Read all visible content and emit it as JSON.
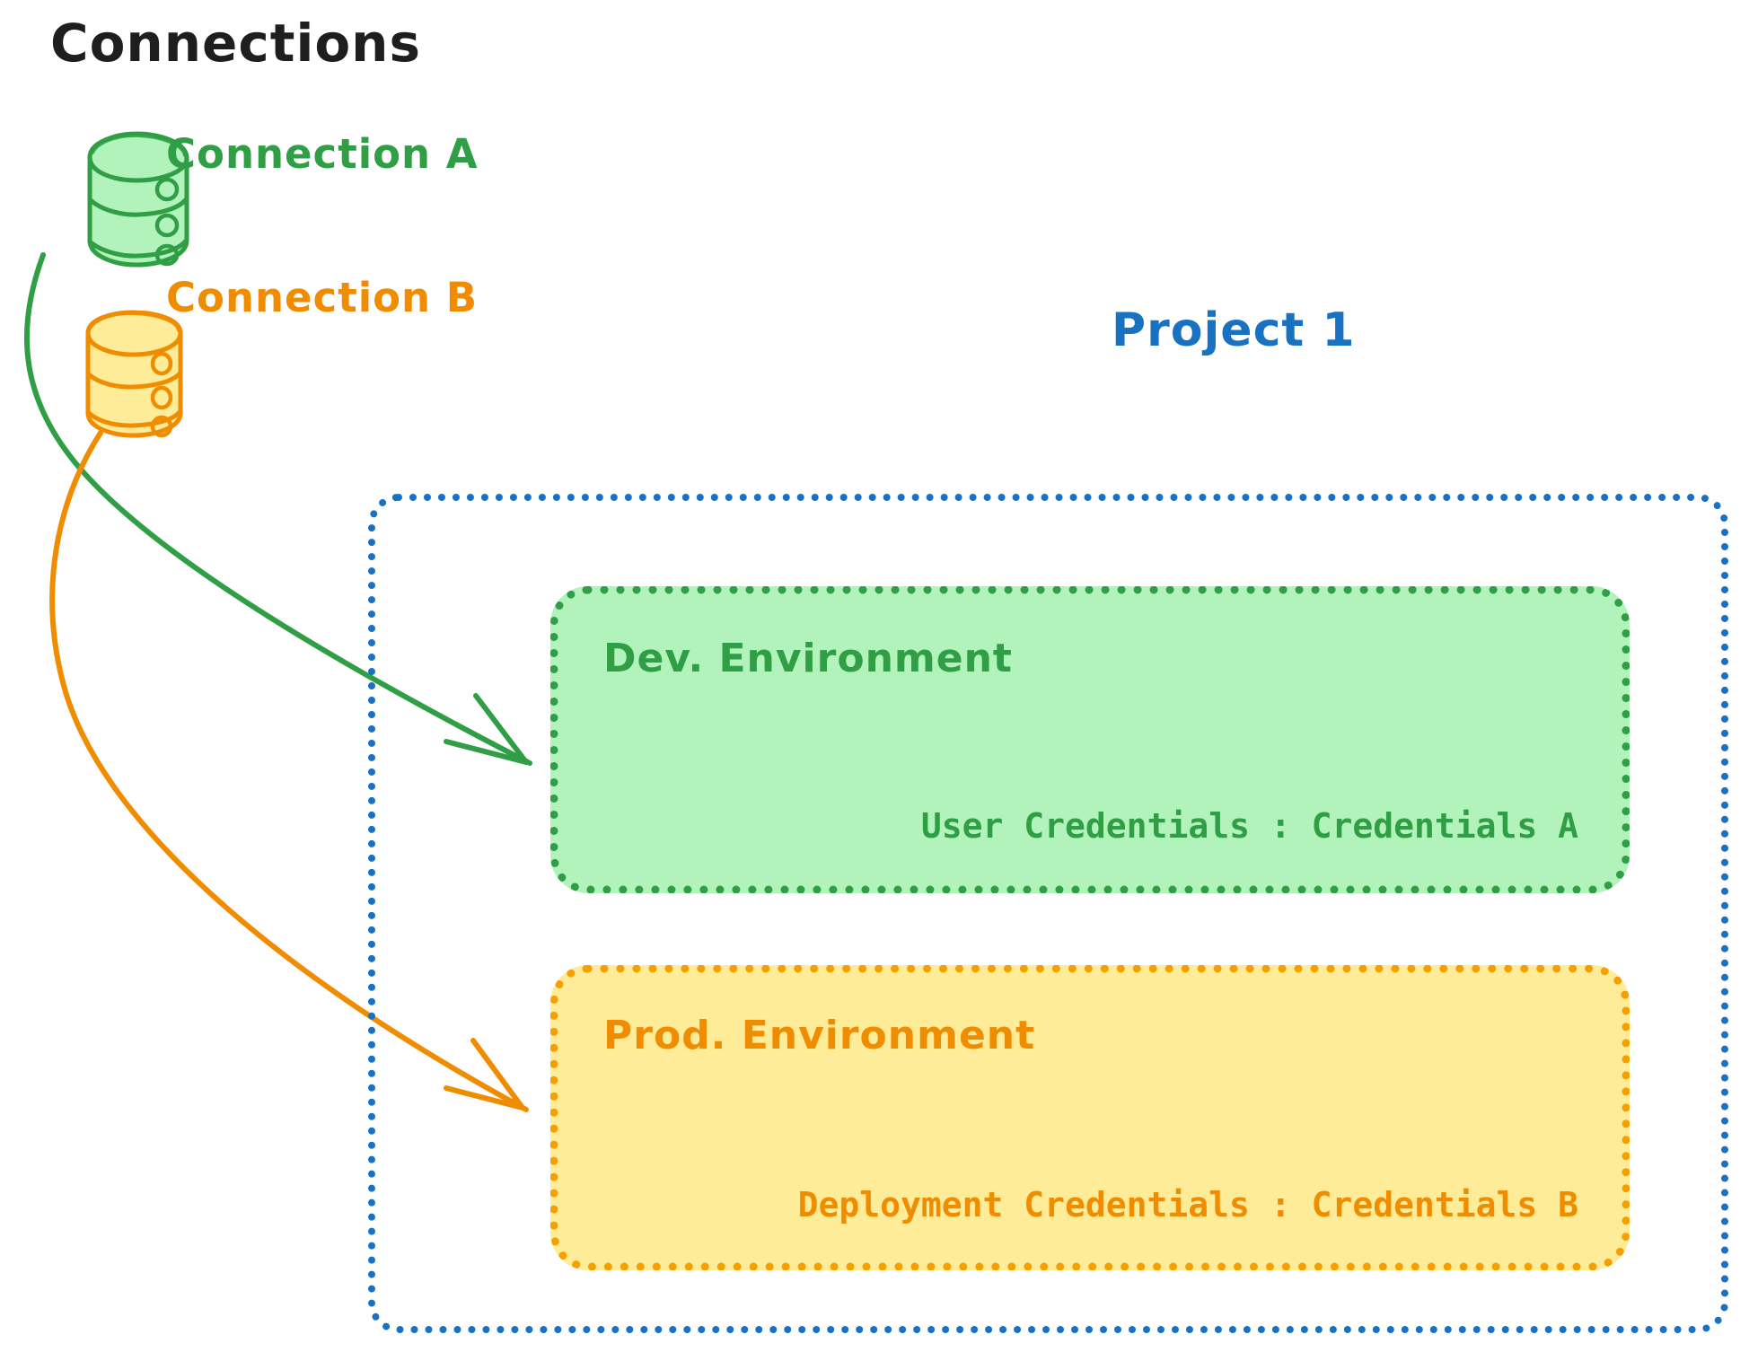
{
  "diagram": {
    "title": "Connections",
    "type": "architecture-diagram"
  },
  "connections": {
    "heading": "Connections",
    "items": [
      {
        "label": "Connection A",
        "icon": "database-cylinder-icon",
        "color": "#2f9e44",
        "fill": "#b2f2bb",
        "targets_environment": "Dev. Environment"
      },
      {
        "label": "Connection B",
        "icon": "database-cylinder-icon",
        "color": "#f08c00",
        "fill": "#ffec99",
        "targets_environment": "Prod. Environment"
      }
    ]
  },
  "project": {
    "label": "Project 1",
    "border_color": "#1971c2",
    "environments": [
      {
        "name": "dev",
        "title": "Dev. Environment",
        "credentials_label": "User Credentials",
        "credentials_separator": ":",
        "credentials_value": "Credentials A",
        "credentials_line": "User Credentials : Credentials A",
        "accent_color": "#2f9e44",
        "fill_color": "#b2f2bb"
      },
      {
        "name": "prod",
        "title": "Prod. Environment",
        "credentials_label": "Deployment Credentials",
        "credentials_separator": ":",
        "credentials_value": "Credentials B",
        "credentials_line": "Deployment Credentials : Credentials B",
        "accent_color": "#f08c00",
        "fill_color": "#ffec99"
      }
    ]
  },
  "arrows": [
    {
      "name": "arrow-connection-a-to-dev",
      "from": "Connection A",
      "to": "Dev. Environment",
      "color": "#2f9e44"
    },
    {
      "name": "arrow-connection-b-to-prod",
      "from": "Connection B",
      "to": "Prod. Environment",
      "color": "#f08c00"
    }
  ],
  "colors": {
    "green_stroke": "#2f9e44",
    "green_fill": "#b2f2bb",
    "orange_stroke": "#f08c00",
    "orange_fill": "#ffec99",
    "orange_border": "#f59f00",
    "blue_stroke": "#1971c2",
    "text_dark": "#1e1e1e",
    "background": "#ffffff"
  }
}
